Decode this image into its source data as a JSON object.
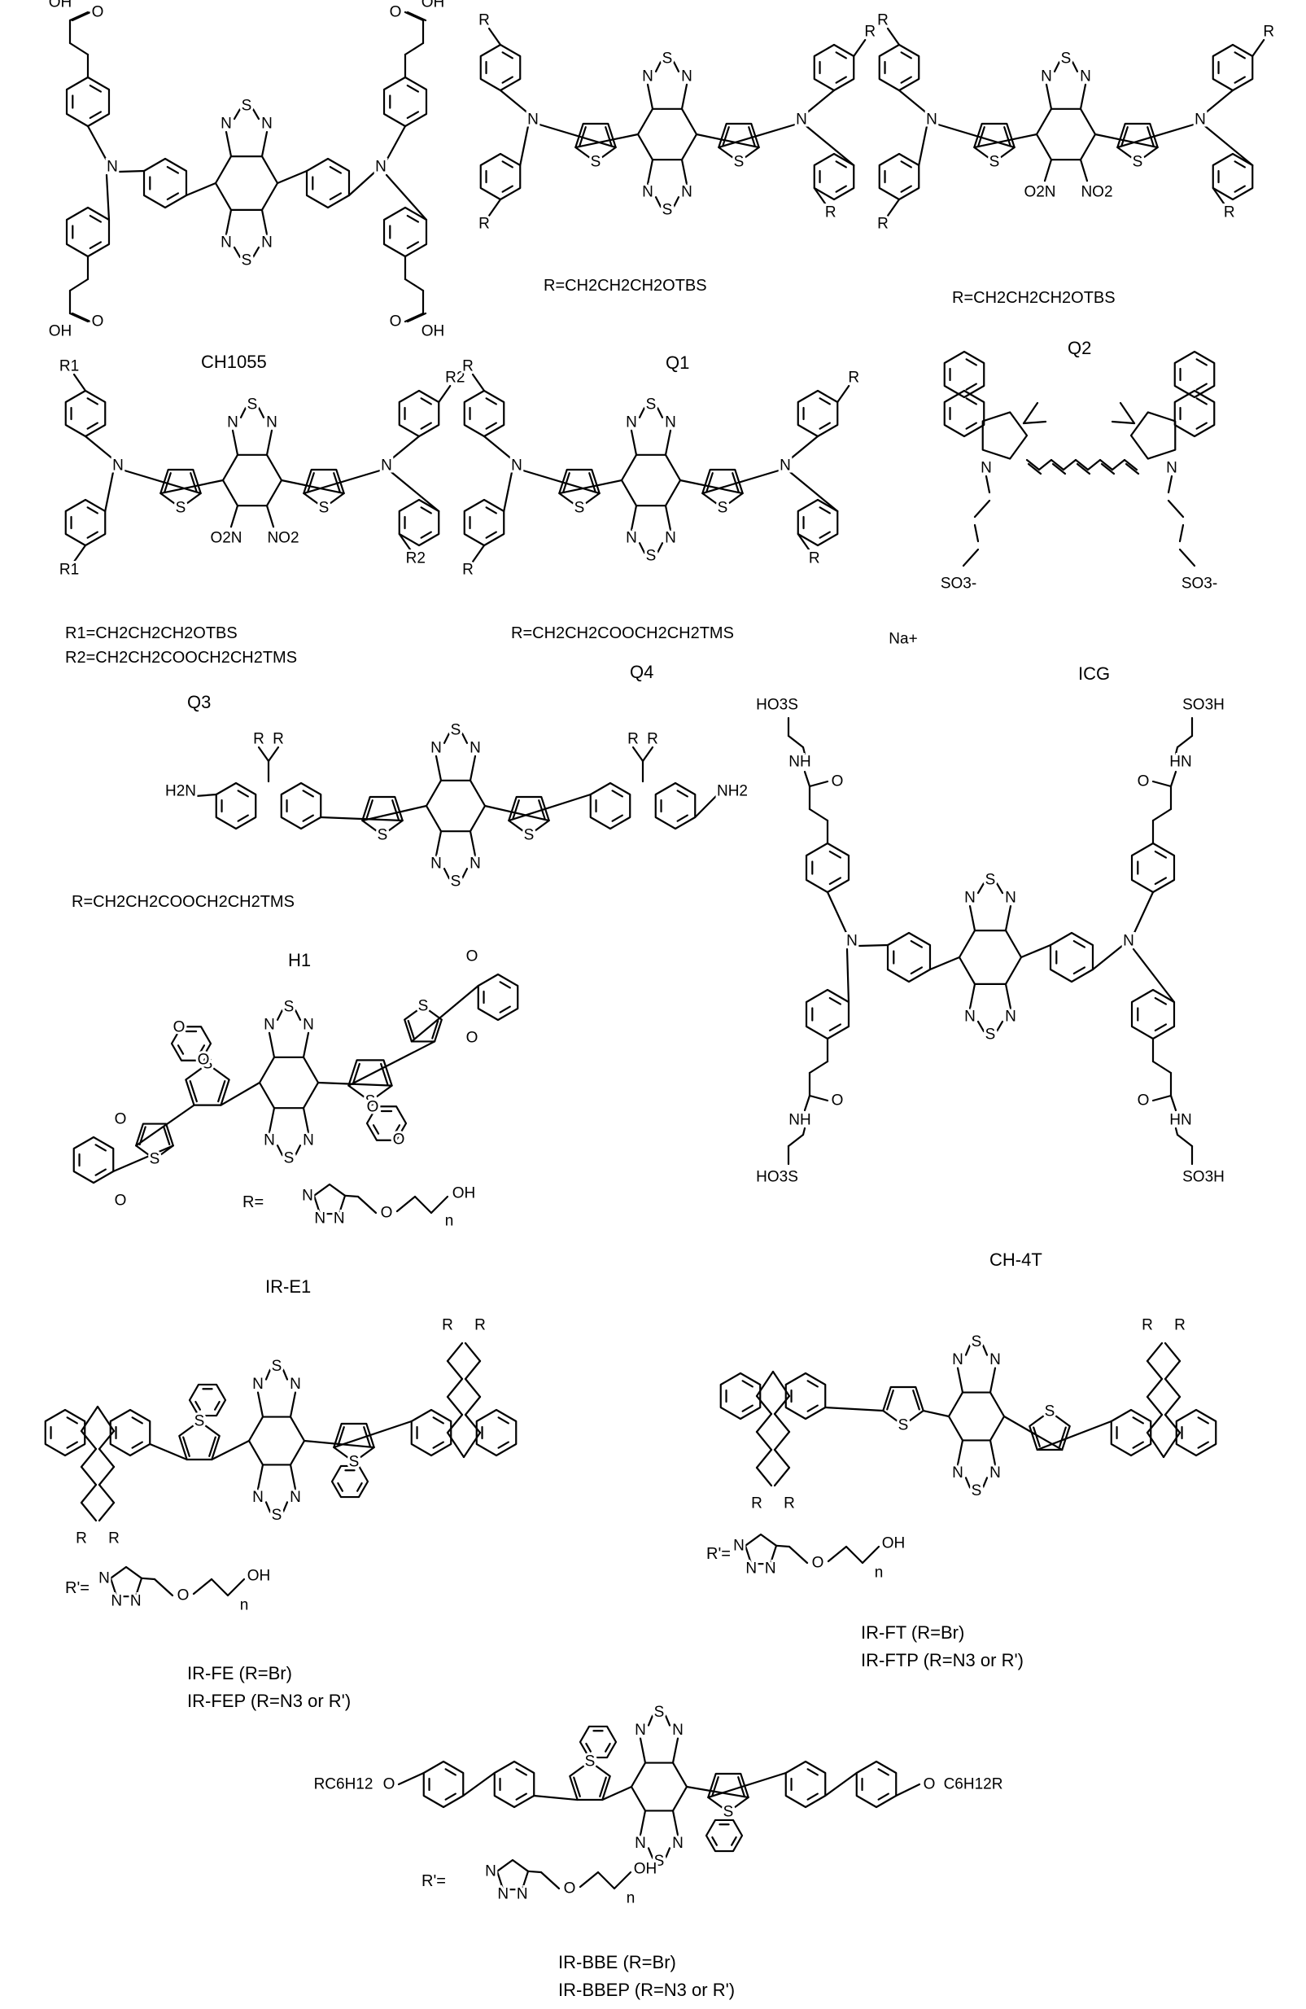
{
  "compounds": [
    {
      "name": "CH1055",
      "formula": ""
    },
    {
      "name": "Q1",
      "formula": "R=CH2CH2CH2OTBS"
    },
    {
      "name": "Q2",
      "formula": "R=CH2CH2CH2OTBS"
    },
    {
      "name": "Q3",
      "formula": "R1=CH2CH2CH2OTBS",
      "formula2": "R2=CH2CH2COOCH2CH2TMS"
    },
    {
      "name": "Q4",
      "formula": "R=CH2CH2COOCH2CH2TMS"
    },
    {
      "name": "ICG",
      "formula": ""
    },
    {
      "name": "H1",
      "formula": "R=CH2CH2COOCH2CH2TMS"
    },
    {
      "name": "CH-4T",
      "formula": ""
    },
    {
      "name": "IR-E1",
      "formula": "R="
    },
    {
      "name": "IR-FE (R=Br)",
      "formula2": "IR-FEP (R=N3 or R')",
      "formula": "R'="
    },
    {
      "name": "IR-FT (R=Br)",
      "formula2": "IR-FTP (R=N3 or R')",
      "formula": "R'="
    },
    {
      "name": "IR-BBE (R=Br)",
      "formula2": "IR-BBEP (R=N3 or R')",
      "formula": "R'="
    }
  ],
  "atoms": {
    "N": "N",
    "S": "S",
    "O": "O",
    "OH": "OH",
    "HO3S": "HO3S",
    "SO3H": "SO3H",
    "NH": "NH",
    "HN": "HN",
    "NO2": "NO2",
    "O2N": "O2N",
    "H2N": "H2N",
    "NH2": "NH2",
    "R": "R",
    "R1": "R1",
    "R2": "R2",
    "Na": "Na+",
    "n": "n",
    "sulfonate": "SO3-"
  }
}
